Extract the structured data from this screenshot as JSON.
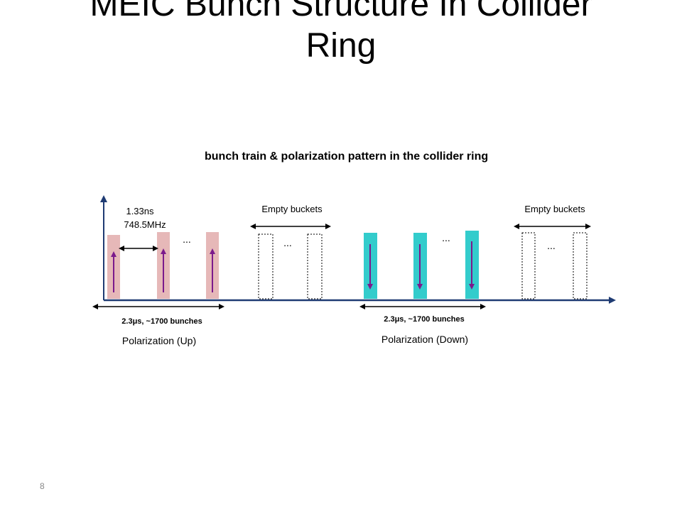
{
  "slide": {
    "title_line1": "MEIC Bunch Structure In Collider",
    "title_line2": "Ring",
    "subtitle": "bunch train & polarization pattern in the collider ring",
    "page_number": "8"
  },
  "diagram": {
    "spacing_line1": "1.33ns",
    "spacing_line2": "748.5MHz",
    "empty_buckets_left": "Empty buckets",
    "empty_buckets_right": "Empty buckets",
    "ellipsis": "...",
    "train_up_duration": "2.3μs,  ~1700 bunches",
    "train_down_duration": "2.3μs,  ~1700 bunches",
    "polarization_up": "Polarization (Up)",
    "polarization_down": "Polarization (Down)",
    "colors": {
      "bunch_up": "#e6b8b8",
      "bunch_down": "#33cccc",
      "arrow": "#7b1a8c",
      "axis": "#1f3b73"
    }
  }
}
